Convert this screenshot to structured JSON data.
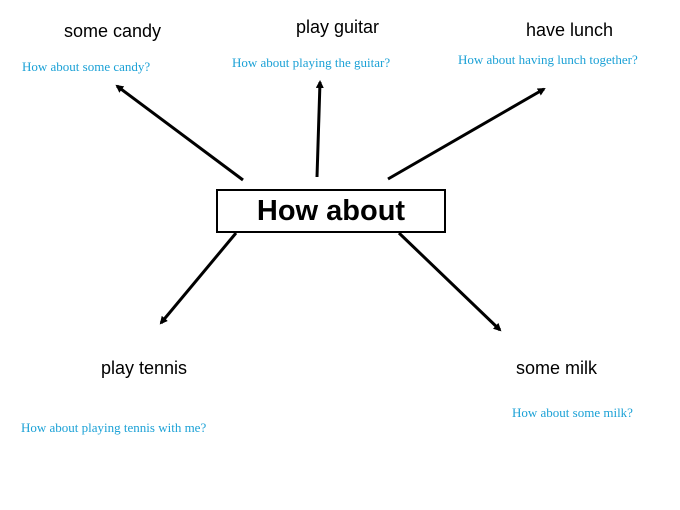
{
  "center": {
    "label": "How about"
  },
  "branches": [
    {
      "topic": "some candy",
      "example": "How about some candy?"
    },
    {
      "topic": "play guitar",
      "example": "How about playing the guitar?"
    },
    {
      "topic": "have lunch",
      "example": "How about having lunch together?"
    },
    {
      "topic": "play tennis",
      "example": "How about playing tennis with me?"
    },
    {
      "topic": "some milk",
      "example": "How about some milk?"
    }
  ],
  "colors": {
    "example_text": "#1ba1d6",
    "topic_text": "#000000",
    "arrow": "#000000"
  }
}
